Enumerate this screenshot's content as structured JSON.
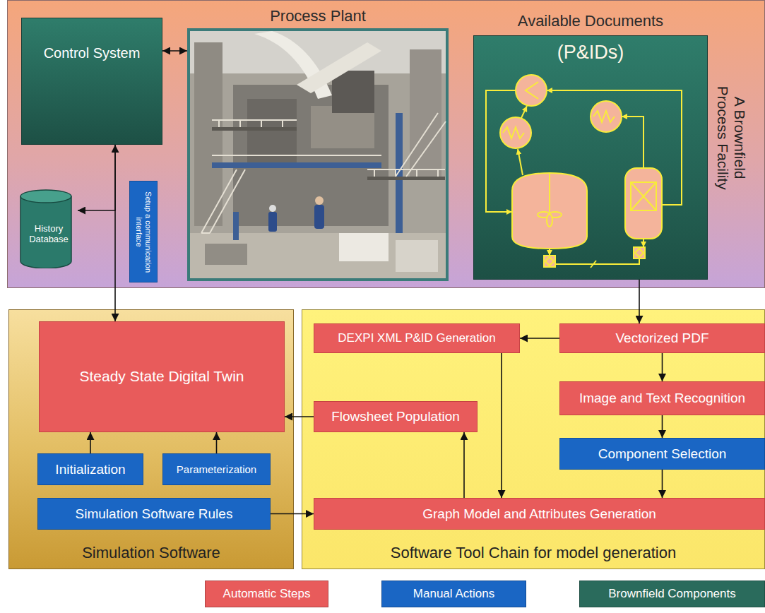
{
  "diagram": {
    "nodes": [
      {
        "text": [
          "A Brownfield Process Facility"
        ]
      },
      {
        "text": [
          "Control System"
        ],
        "in": 0
      },
      {
        "text": [
          "Process Plant"
        ],
        "in": 0
      },
      {
        "text": [
          "Available Documents",
          "(P&IDs)"
        ],
        "in": 0
      },
      {
        "text": [
          "History Database"
        ],
        "in": 0
      },
      {
        "text": [
          "Setup a communication interface"
        ],
        "in": 0
      },
      {
        "text": [
          "Simulation Software"
        ]
      },
      {
        "text": [
          "Steady State Digital Twin"
        ],
        "in": 6
      },
      {
        "text": [
          "Initialization"
        ],
        "in": 6
      },
      {
        "text": [
          "Parameterization"
        ],
        "in": 6
      },
      {
        "text": [
          "Simulation Software Rules"
        ],
        "in": 6
      },
      {
        "text": [
          "Software Tool Chain for model generation"
        ]
      },
      {
        "text": [
          "DEXPI XML P&ID Generation"
        ],
        "in": 11
      },
      {
        "text": [
          "Vectorized PDF"
        ],
        "in": 11
      },
      {
        "text": [
          "Flowsheet Population"
        ],
        "in": 11
      },
      {
        "text": [
          "Image and Text Recognition"
        ],
        "in": 11
      },
      {
        "text": [
          "Component Selection"
        ],
        "in": 11
      },
      {
        "text": [
          "Graph Model and Attributes Generation"
        ],
        "in": 11
      }
    ],
    "edges": [
      {
        "from": 1,
        "to": 2,
        "arrow": "both"
      },
      {
        "from": 1,
        "to": 4,
        "arrow": "to"
      },
      {
        "from": 1,
        "to": 7,
        "arrow": "both"
      },
      {
        "from": 3,
        "to": 13,
        "arrow": "to"
      },
      {
        "from": 13,
        "to": 12,
        "arrow": "to"
      },
      {
        "from": 13,
        "to": 15,
        "arrow": "to"
      },
      {
        "from": 15,
        "to": 16,
        "arrow": "to"
      },
      {
        "from": 16,
        "to": 17,
        "arrow": "to"
      },
      {
        "from": 12,
        "to": 17,
        "arrow": "to"
      },
      {
        "from": 17,
        "to": 14,
        "arrow": "to"
      },
      {
        "from": 14,
        "to": 7,
        "arrow": "to"
      },
      {
        "from": 8,
        "to": 7,
        "arrow": "to"
      },
      {
        "from": 9,
        "to": 7,
        "arrow": "to"
      },
      {
        "from": 10,
        "to": 17,
        "arrow": "to"
      }
    ],
    "legend": [
      {
        "text": "Automatic Steps",
        "color": "#e85b5b"
      },
      {
        "text": "Manual Actions",
        "color": "#1a66c4"
      },
      {
        "text": "Brownfield Components",
        "color": "#2a6b5c"
      }
    ]
  }
}
